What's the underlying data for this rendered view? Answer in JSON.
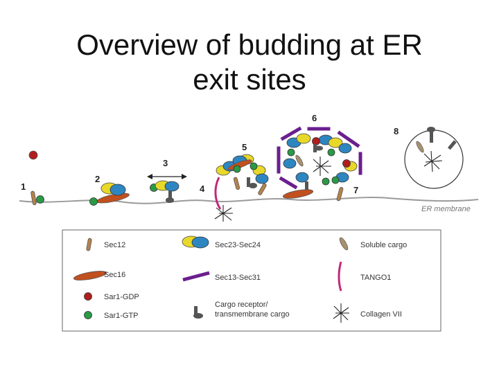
{
  "title": {
    "line1": "Overview of budding at ER",
    "line2": "exit sites"
  },
  "diagram": {
    "steps": [
      "1",
      "2",
      "3",
      "4",
      "5",
      "6",
      "7",
      "8"
    ],
    "membrane_label": "ER membrane"
  },
  "legend": {
    "items": [
      {
        "label": "Sec12",
        "icon": "sec12-icon"
      },
      {
        "label": "Sec16",
        "icon": "sec16-icon"
      },
      {
        "label": "Sar1-GDP",
        "icon": "sar1-gdp-icon"
      },
      {
        "label": "Sar1-GTP",
        "icon": "sar1-gtp-icon"
      },
      {
        "label": "Sec23-Sec24",
        "icon": "sec23-sec24-icon"
      },
      {
        "label": "Sec13-Sec31",
        "icon": "sec13-sec31-icon"
      },
      {
        "label": "Cargo receptor/",
        "label2": "transmembrane cargo",
        "icon": "cargo-receptor-icon"
      },
      {
        "label": "Soluble cargo",
        "icon": "soluble-cargo-icon"
      },
      {
        "label": "TANGO1",
        "icon": "tango1-icon"
      },
      {
        "label": "Collagen VII",
        "icon": "collagen-vii-icon"
      }
    ]
  },
  "colors": {
    "sec12": "#b5834a",
    "sec16": "#c1501f",
    "sar1_gdp": "#b01e1e",
    "sar1_gtp": "#2a9a45",
    "sec23": "#e8d82a",
    "sec24": "#2e86c1",
    "sec13_sec31": "#6b1f8e",
    "cargo_receptor": "#555555",
    "soluble_cargo": "#a89070",
    "tango1": "#c0287a",
    "collagen": "#222222",
    "membrane": "#999999"
  }
}
